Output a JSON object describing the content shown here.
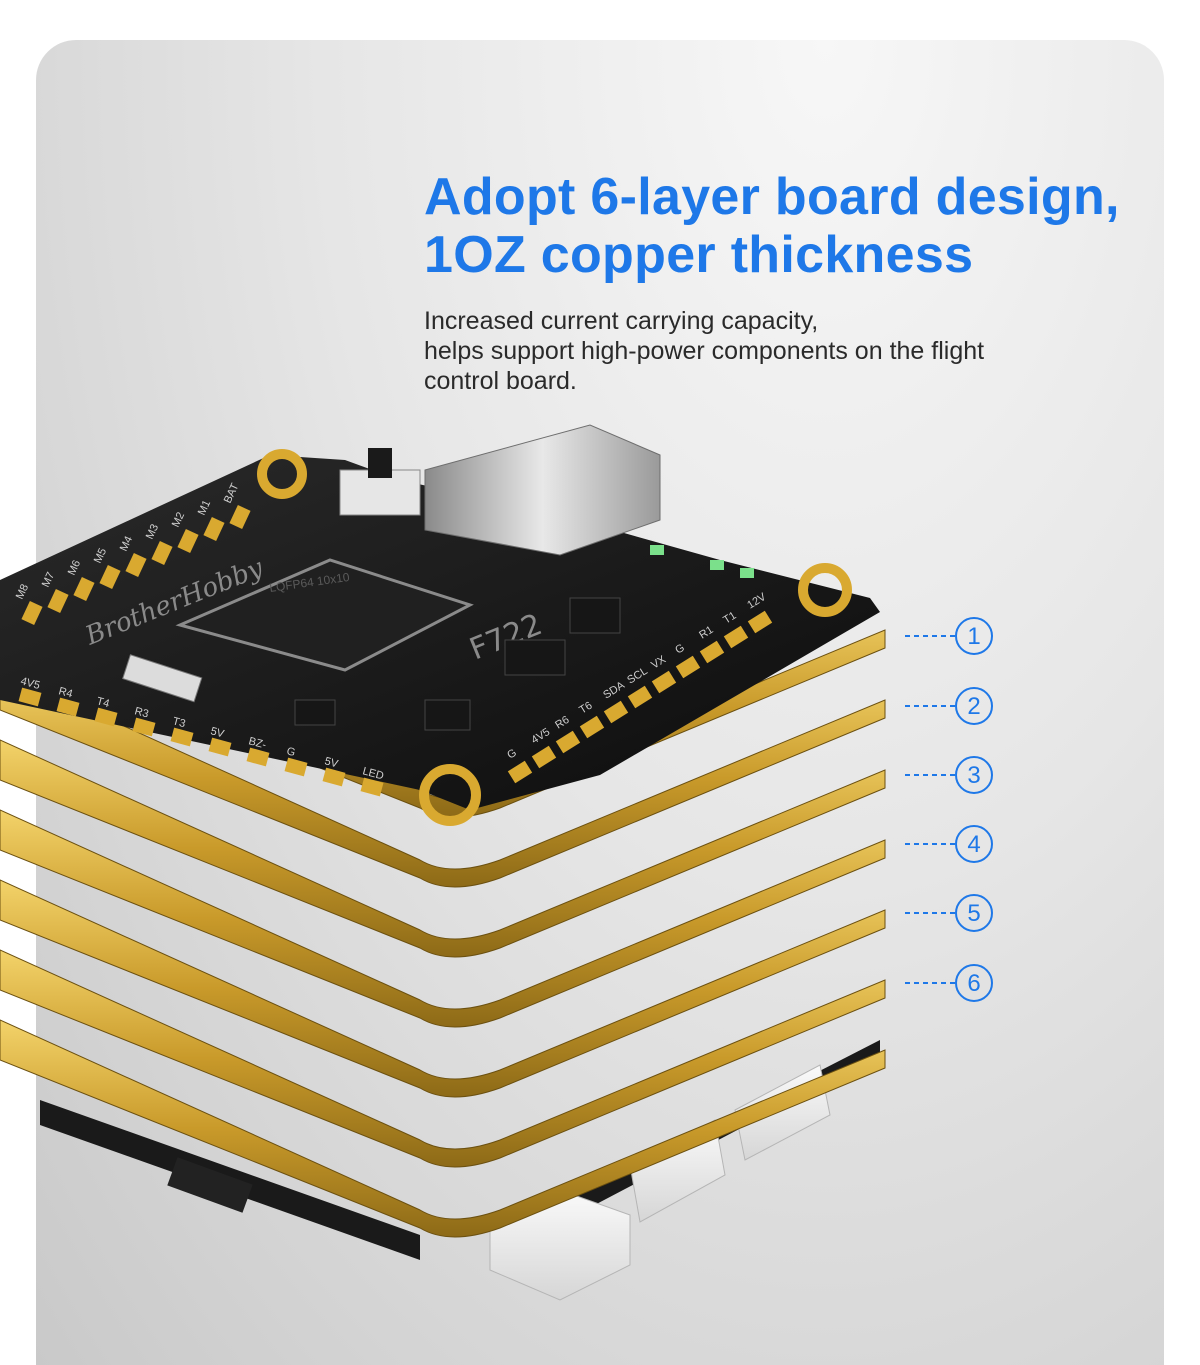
{
  "header": {
    "title_line1": "Adopt 6-layer board design,",
    "title_line2": "1OZ copper thickness"
  },
  "description": {
    "line1": "Increased current carrying capacity,",
    "line2": "helps support high-power components on the flight",
    "line3": "control board."
  },
  "board": {
    "brand": "BrotherHobby",
    "model": "F722",
    "chip_marking": "LQFP64 10x10",
    "pad_labels_top": [
      "BAT",
      "M1",
      "M2",
      "M3",
      "M4",
      "M5",
      "M6",
      "M7",
      "M8"
    ],
    "pad_labels_bottom": [
      "4V5",
      "R4",
      "T4",
      "R3",
      "T3",
      "5V",
      "BZ-",
      "G",
      "5V",
      "LED"
    ],
    "pad_labels_right": [
      "G",
      "4V5",
      "R6",
      "T6",
      "SDA",
      "SCL",
      "VX",
      "G",
      "R1",
      "T1",
      "12V"
    ],
    "colors": {
      "pcb": "#111111",
      "gold": "#d9a930",
      "copper_layer": "#d6b23a",
      "accent_blue": "#1e78e8"
    }
  },
  "layers": [
    {
      "number": "1"
    },
    {
      "number": "2"
    },
    {
      "number": "3"
    },
    {
      "number": "4"
    },
    {
      "number": "5"
    },
    {
      "number": "6"
    }
  ]
}
